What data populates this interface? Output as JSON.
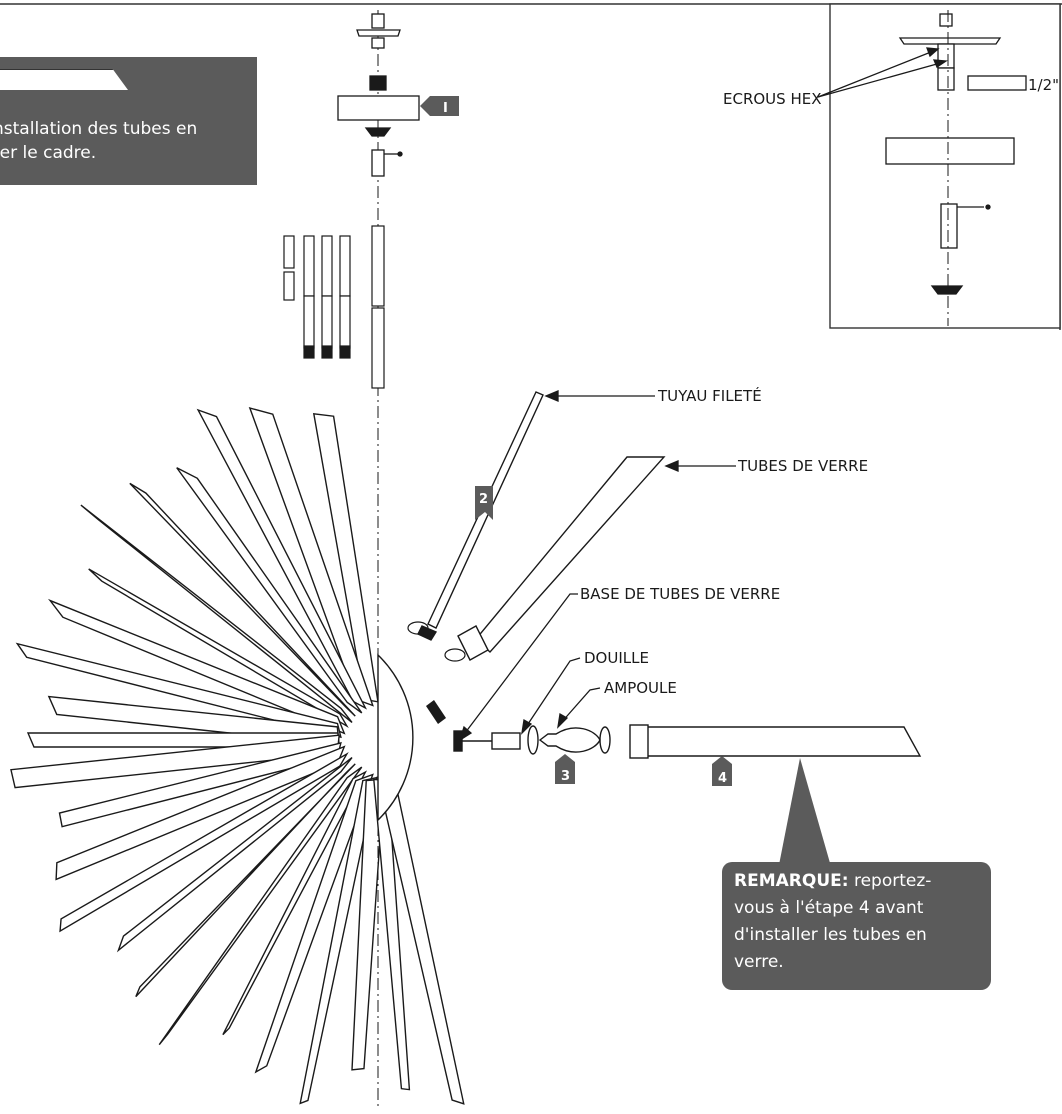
{
  "labels": {
    "tuyau": "TUYAU FILETÉ",
    "tubes": "TUBES DE VERRE",
    "base": "BASE DE TUBES DE VERRE",
    "douille": "DOUILLE",
    "ampoule": "AMPOULE",
    "ecrous": "ECROUS HEX",
    "half_inch": "1/2\""
  },
  "steps": {
    "s1": "I",
    "s2": "2",
    "s3": "3",
    "s4": "4"
  },
  "top_note": {
    "line1": "nstallation des tubes en",
    "line2": "ter le cadre."
  },
  "remark": {
    "lead": "REMARQUE:",
    "l1": " reportez-",
    "l2": "vous à l'étape 4 avant",
    "l3": "d'installer les tubes en",
    "l4": "verre."
  },
  "colors": {
    "note_bg": "#5b5b5b",
    "ink": "#1a1a1a"
  }
}
